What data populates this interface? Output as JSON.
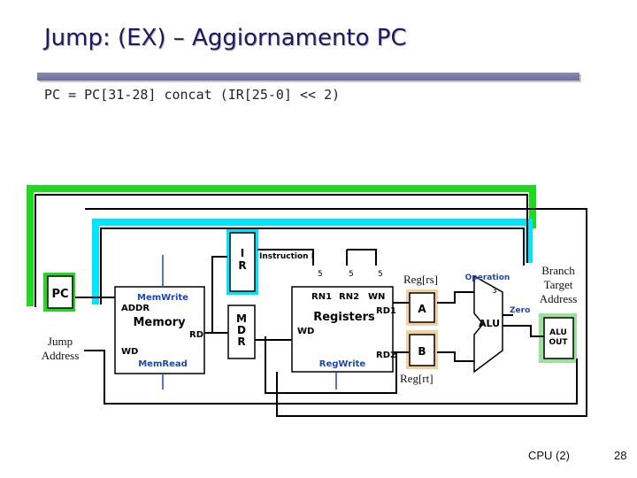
{
  "slide": {
    "title": "Jump: (EX) – Aggiornamento PC",
    "formula": "PC = PC[31-28] concat (IR[25-0] << 2)",
    "footer_label": "CPU (2)",
    "page_number": "28"
  },
  "diagram": {
    "pc_label": "PC",
    "memory": {
      "title": "Memory",
      "addr": "ADDR",
      "rd": "RD",
      "wd": "WD",
      "memwrite": "MemWrite",
      "memread": "MemRead"
    },
    "ir": {
      "top": "I",
      "bottom": "R",
      "instruction": "Instruction I"
    },
    "mdr": {
      "m": "M",
      "d": "D",
      "r": "R"
    },
    "registers": {
      "title": "Registers",
      "rn1": "RN1",
      "rn2": "RN2",
      "wn": "WN",
      "rd1": "RD1",
      "rd2": "RD2",
      "wd": "WD",
      "regwrite": "RegWrite"
    },
    "bus_widths": {
      "rn1": "5",
      "rn2": "5",
      "wn": "5",
      "operation": "3"
    },
    "a_label": "A",
    "b_label": "B",
    "alu": {
      "label": "ALU",
      "operation": "Operation",
      "zero": "Zero"
    },
    "aluout": {
      "line1": "ALU",
      "line2": "OUT"
    },
    "annotations": {
      "regrs": "Reg[rs]",
      "regrt": "Reg[rt]",
      "branch_line1": "Branch",
      "branch_line2": "Target",
      "branch_line3": "Address",
      "jump_line1": "Jump",
      "jump_line2": "Address"
    },
    "colors": {
      "highlight_green": "#1fd81f",
      "highlight_cyan": "#00e5ff",
      "highlight_orange": "#f5cfa0",
      "wire": "#000000",
      "label_blue": "#1a47b8"
    }
  }
}
